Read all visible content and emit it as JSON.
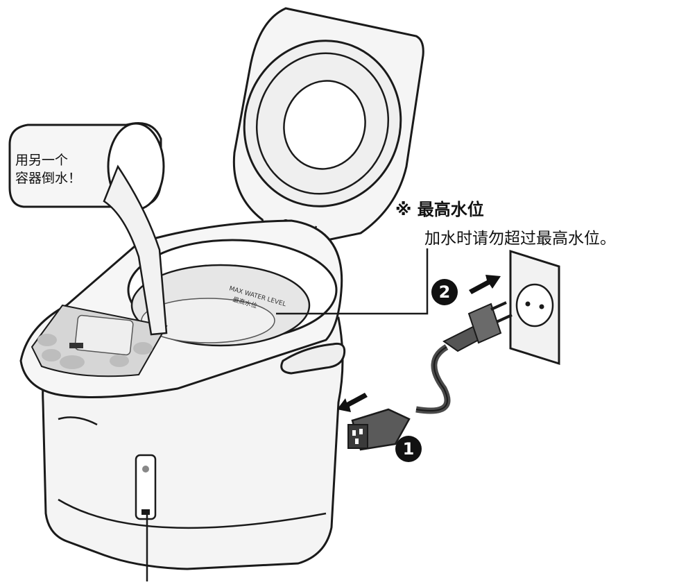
{
  "pour_note": {
    "line1": "用另一个",
    "line2": "容器倒水！"
  },
  "max_water_level": {
    "symbol": "※",
    "title": "最高水位",
    "description": "加水时请勿超过最高水位。"
  },
  "steps": {
    "step1": "1",
    "step2": "2"
  },
  "pot_labels": {
    "max_water_line": "MAX WATER LEVEL",
    "max_water_line_cn": "最高水位"
  },
  "colors": {
    "line": "#1a1a1a",
    "pot_fill": "#f4f4f4",
    "panel_fill": "#cfcfcf",
    "water_fill": "#e6e6e6",
    "cord": "#4a4a4a"
  }
}
